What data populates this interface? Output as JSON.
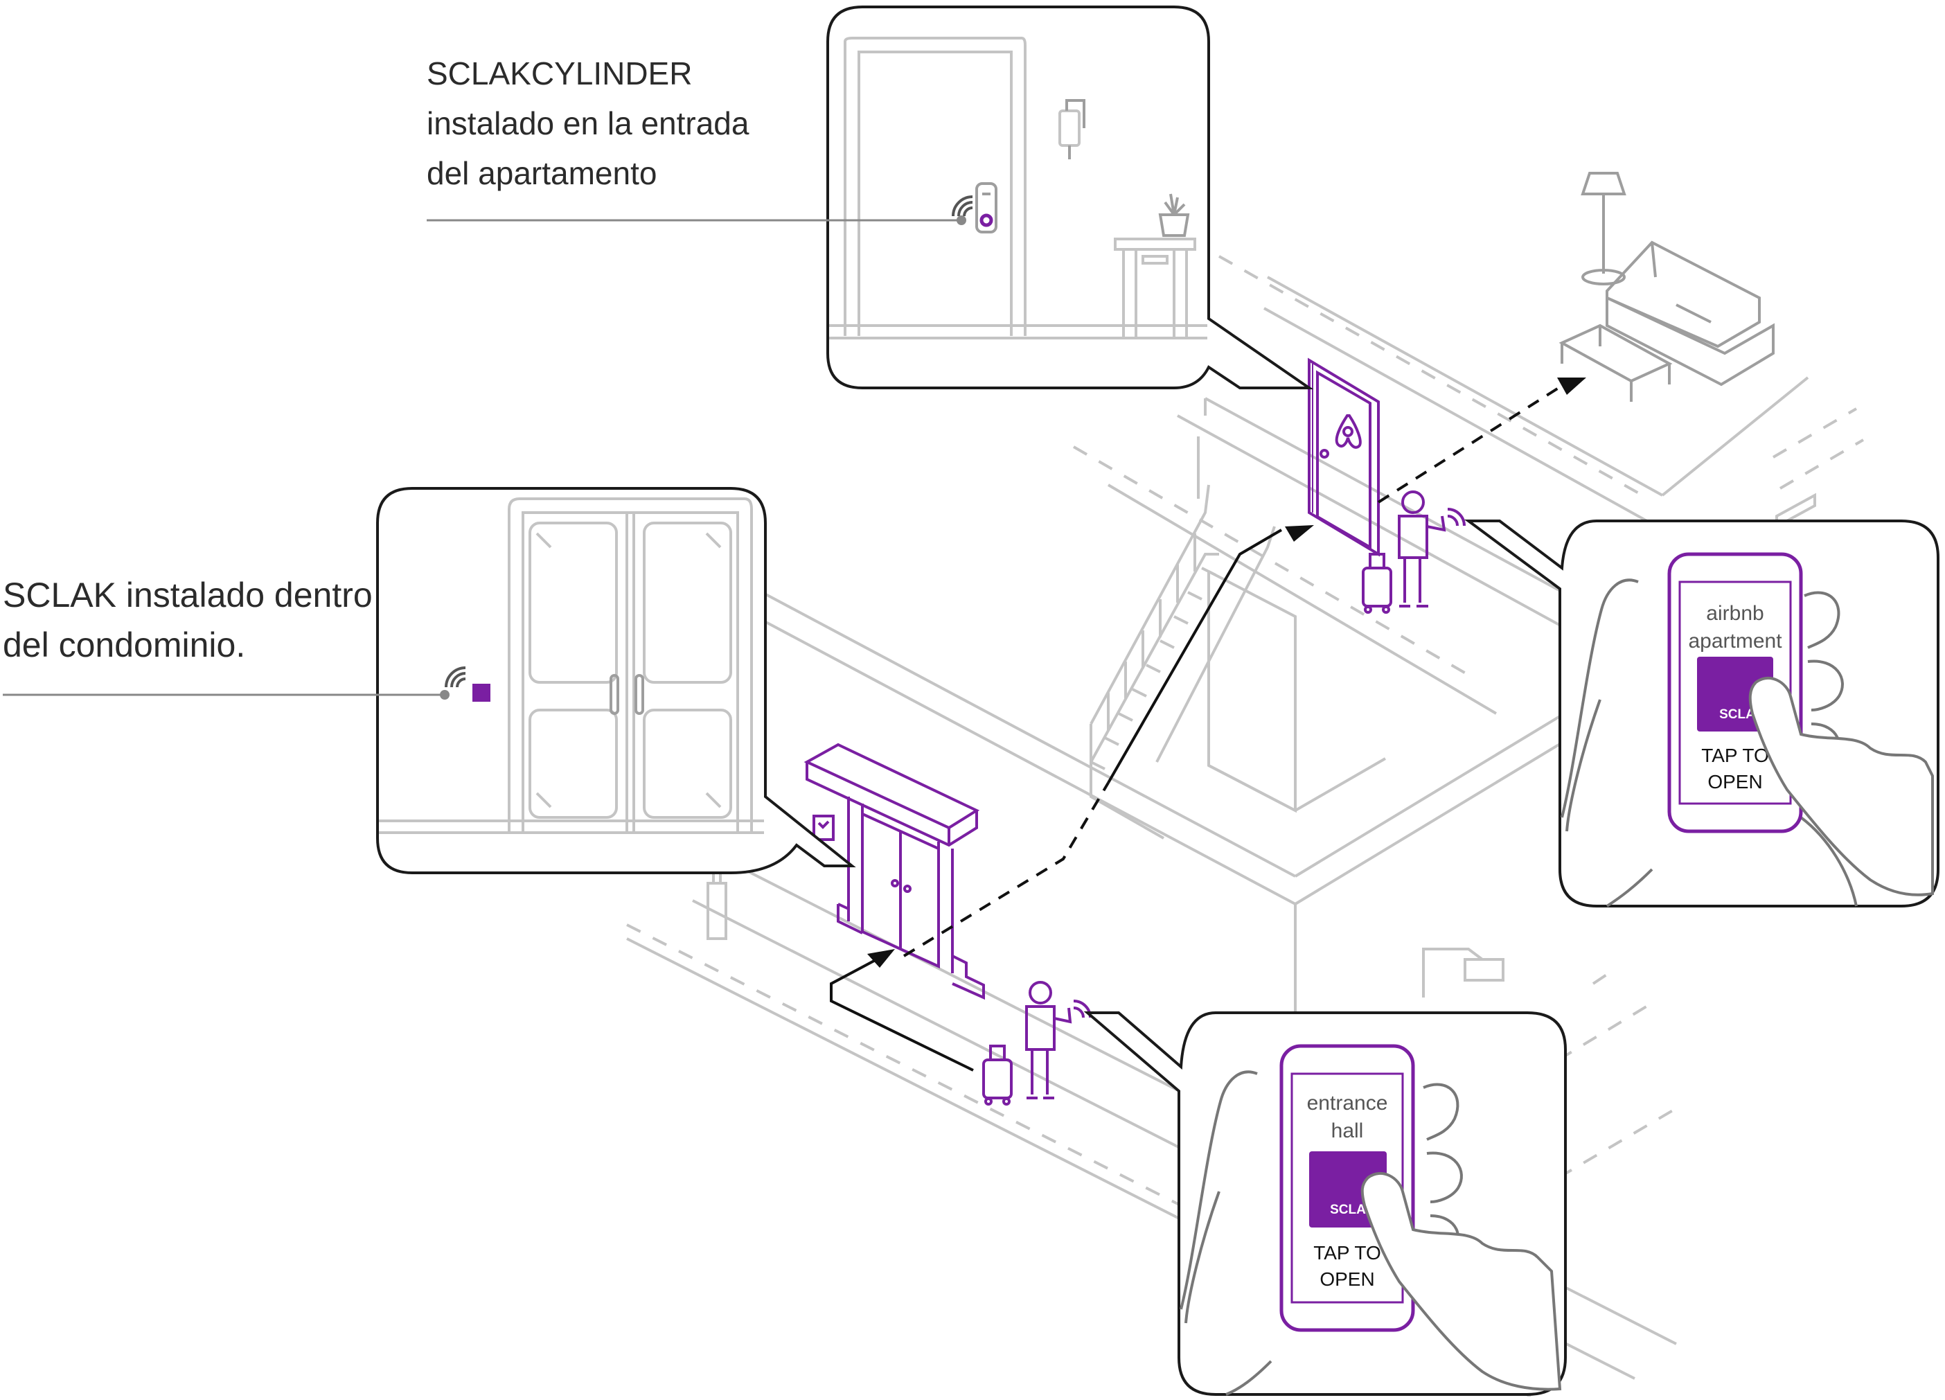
{
  "callouts": {
    "cylinder": {
      "lines": [
        "SCLAKCYLINDER",
        "instalado en la entrada",
        "del apartamento"
      ]
    },
    "sclak": {
      "lines": [
        "SCLAK instalado dentro",
        "del condominio."
      ]
    }
  },
  "phones": {
    "apartment": {
      "title_lines": [
        "airbnb",
        "apartment"
      ],
      "button_brand": "SCLA",
      "action_lines": [
        "TAP TO",
        "OPEN"
      ]
    },
    "entrance": {
      "title_lines": [
        "entrance",
        "hall"
      ],
      "button_brand": "SCLA",
      "action_lines": [
        "TAP TO",
        "OPEN"
      ]
    }
  },
  "icons": {
    "airbnb_logo": "airbnb-logo-icon",
    "wifi_signal": "wifi-signal-icon"
  },
  "colors": {
    "accent": "#7a1fa2",
    "line_gray": "#bdbdbd",
    "line_dark": "#555555",
    "path": "#111111"
  }
}
